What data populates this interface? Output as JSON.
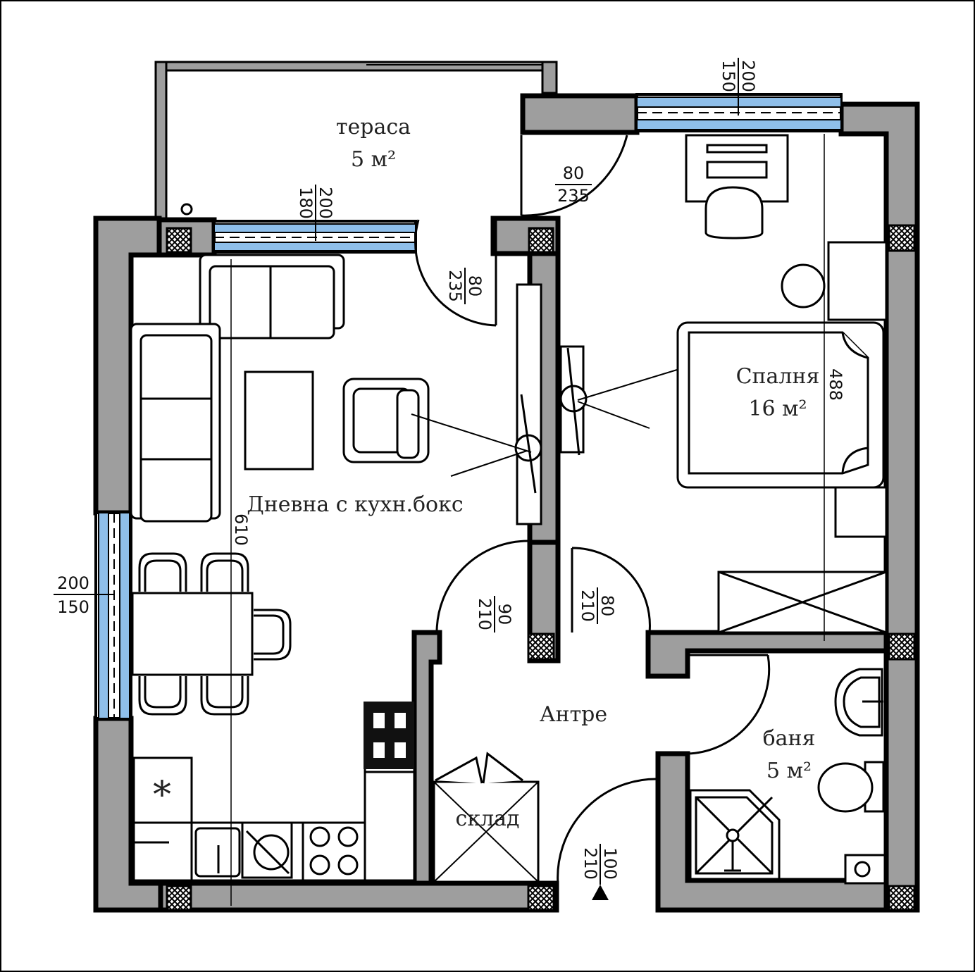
{
  "rooms": {
    "terrace": {
      "name": "тераса",
      "area": "5 м²"
    },
    "bedroom": {
      "name": "Спалня",
      "area": "16 м²"
    },
    "living": {
      "name": "Дневна с кухн.бокс"
    },
    "entry": {
      "name": "Антре"
    },
    "storage": {
      "name": "склад"
    },
    "bath": {
      "name": "баня",
      "area": "5 м²"
    }
  },
  "dimensions": {
    "terrace_window_width": "180",
    "terrace_window_height": "200",
    "terrace_door_width": "80",
    "terrace_door_height": "235",
    "bedroom_terrace_door_width": "80",
    "bedroom_terrace_door_height": "235",
    "bedroom_window_width": "150",
    "bedroom_window_height": "200",
    "living_window_width": "150",
    "living_window_height": "200",
    "bedroom_length": "488",
    "living_length": "610",
    "living_door_width": "90",
    "living_door_height": "210",
    "bedroom_door_width": "80",
    "bedroom_door_height": "210",
    "entrance_door_width": "100",
    "entrance_door_height": "210"
  },
  "symbols": {
    "fridge_mark": "*"
  },
  "colors": {
    "wall_fill": "#9e9e9e",
    "wall_outline": "#000000",
    "glass": "#8fbfea"
  }
}
